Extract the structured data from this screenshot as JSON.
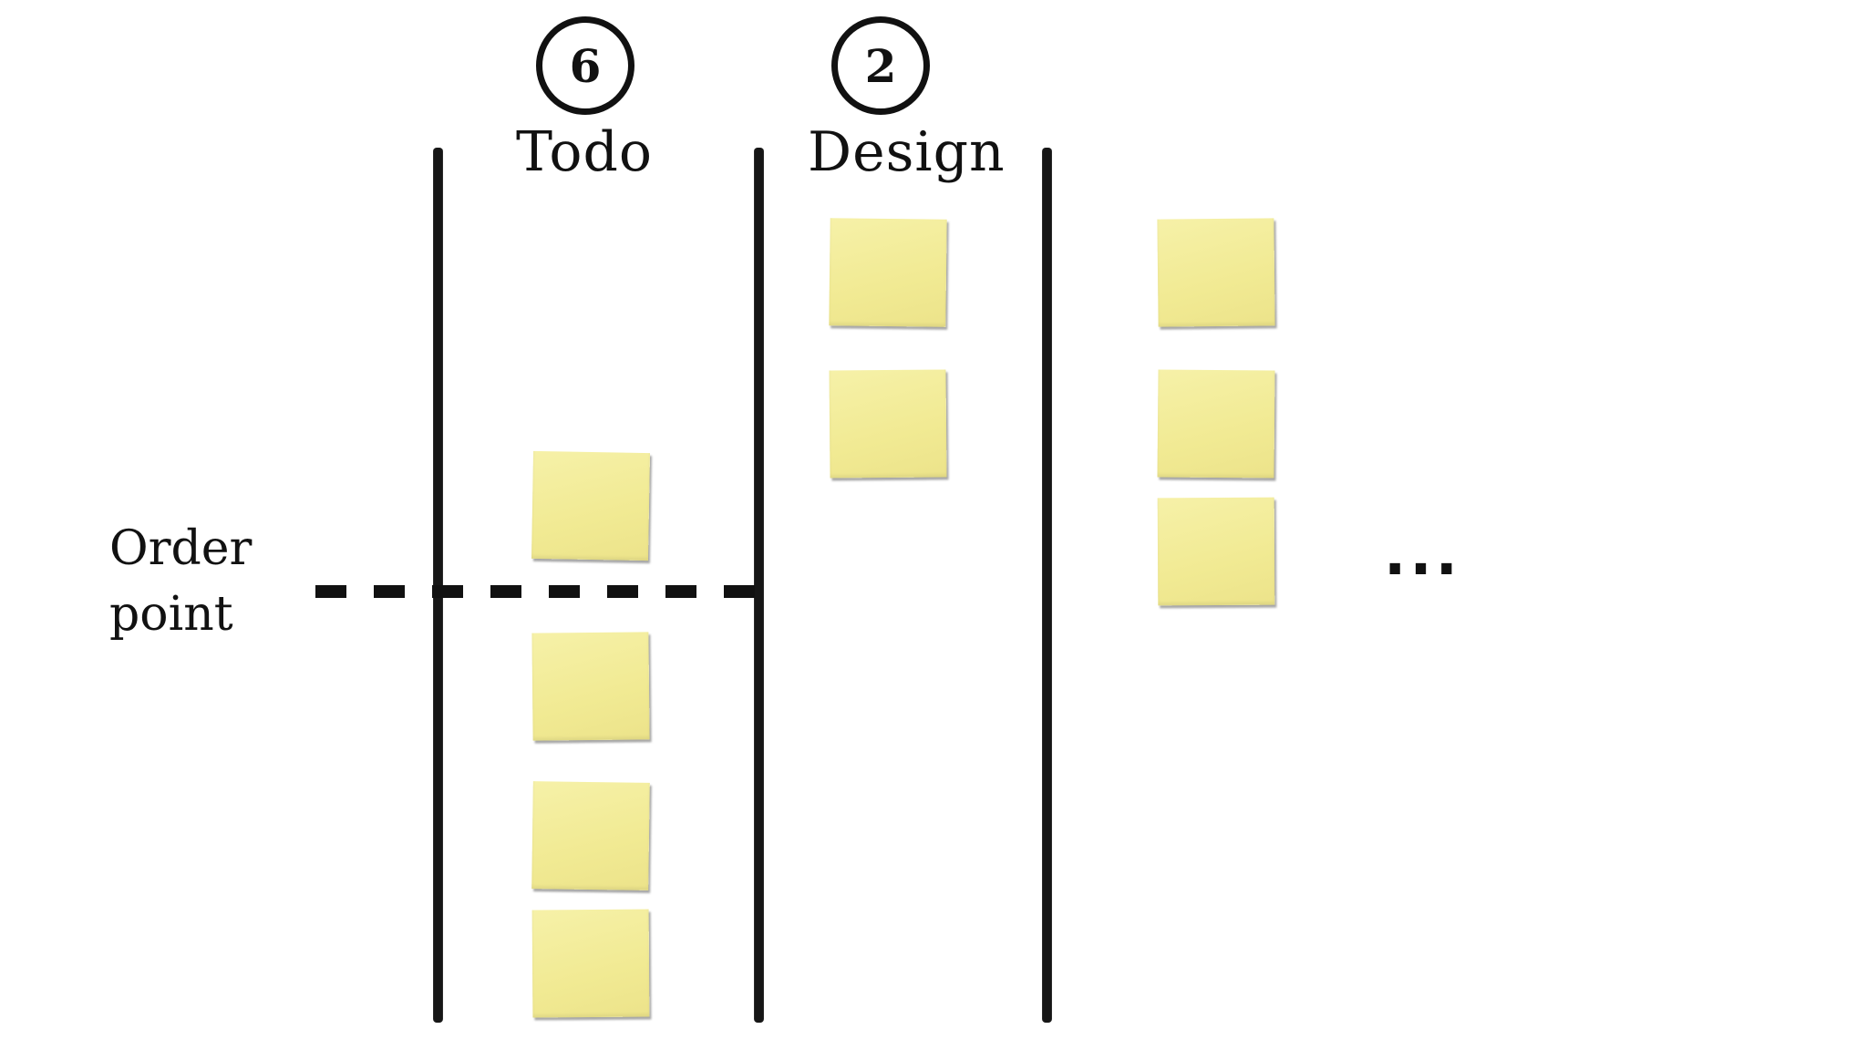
{
  "columns": [
    {
      "name": "Todo",
      "wip_limit": "6",
      "note_count": 4
    },
    {
      "name": "Design",
      "wip_limit": "2",
      "note_count": 2
    },
    {
      "name": "",
      "wip_limit": "",
      "note_count": 3
    }
  ],
  "order_point": {
    "line1": "Order",
    "line2": "point"
  },
  "more_indicator": "...",
  "colors": {
    "note": "#f3ec98",
    "ink": "#111111",
    "background": "#ffffff"
  }
}
